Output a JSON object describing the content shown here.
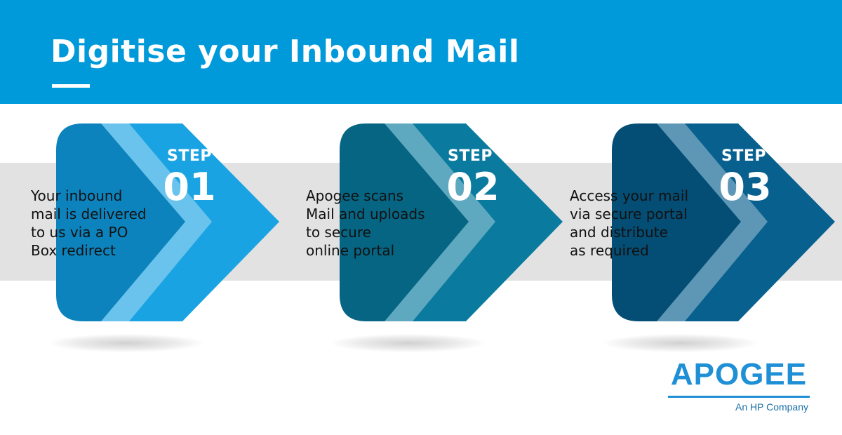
{
  "header": {
    "title": "Digitise your Inbound Mail",
    "background": "#0099da",
    "title_color": "#ffffff"
  },
  "band_color": "#e2e2e2",
  "steps": [
    {
      "label": "STEP",
      "number": "01",
      "lines": [
        "Your inbound",
        "mail is delivered",
        "to us via a PO",
        "Box redirect"
      ],
      "color_main": "#1aa3e3",
      "color_dark": "#0d83bd"
    },
    {
      "label": "STEP",
      "number": "02",
      "lines": [
        "Apogee scans",
        "Mail and uploads",
        "to secure",
        "online portal"
      ],
      "color_main": "#0a7b9f",
      "color_dark": "#066583"
    },
    {
      "label": "STEP",
      "number": "03",
      "lines": [
        "Access your mail",
        "via secure portal",
        "and distribute",
        "as required"
      ],
      "color_main": "#08608f",
      "color_dark": "#044d74"
    }
  ],
  "logo": {
    "name": "APOGEE",
    "tagline": "An HP Company",
    "color": "#1f8fd6"
  }
}
